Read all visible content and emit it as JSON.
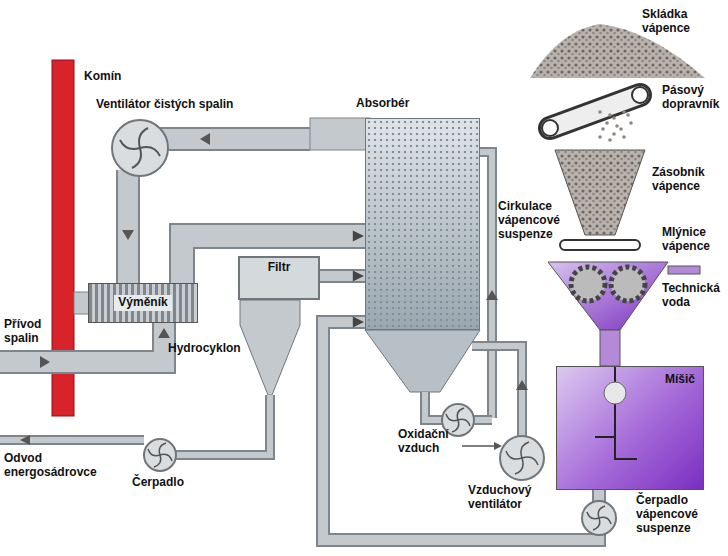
{
  "diagram": {
    "nodes": [
      {
        "text": [
          "Absorbér"
        ]
      },
      {
        "text": [
          "Výměník"
        ]
      },
      {
        "text": [
          "Filtr"
        ]
      },
      {
        "text": [
          "Míšič"
        ]
      }
    ],
    "edges": [
      {
        "from": 1,
        "to": 0,
        "arrow": "to"
      },
      {
        "from": 3,
        "to": 0,
        "arrow": "to"
      },
      {
        "from": 2,
        "to": 0,
        "arrow": "to"
      }
    ],
    "labels": [
      "Komín",
      "Ventilátor čistých spalin",
      "Skládka vápence",
      "Pásový dopravník",
      "Zásobník vápence",
      "Mlýnice vápence",
      "Technická voda",
      "Cirkulace vápencové suspenze",
      "Přívod spalin",
      "Odvod energosádrovce",
      "Čerpadlo",
      "Oxidační vzduch",
      "Vzduchový ventilátor",
      "Čerpadlo vápencové suspenze",
      "Hydrocyklon"
    ]
  }
}
